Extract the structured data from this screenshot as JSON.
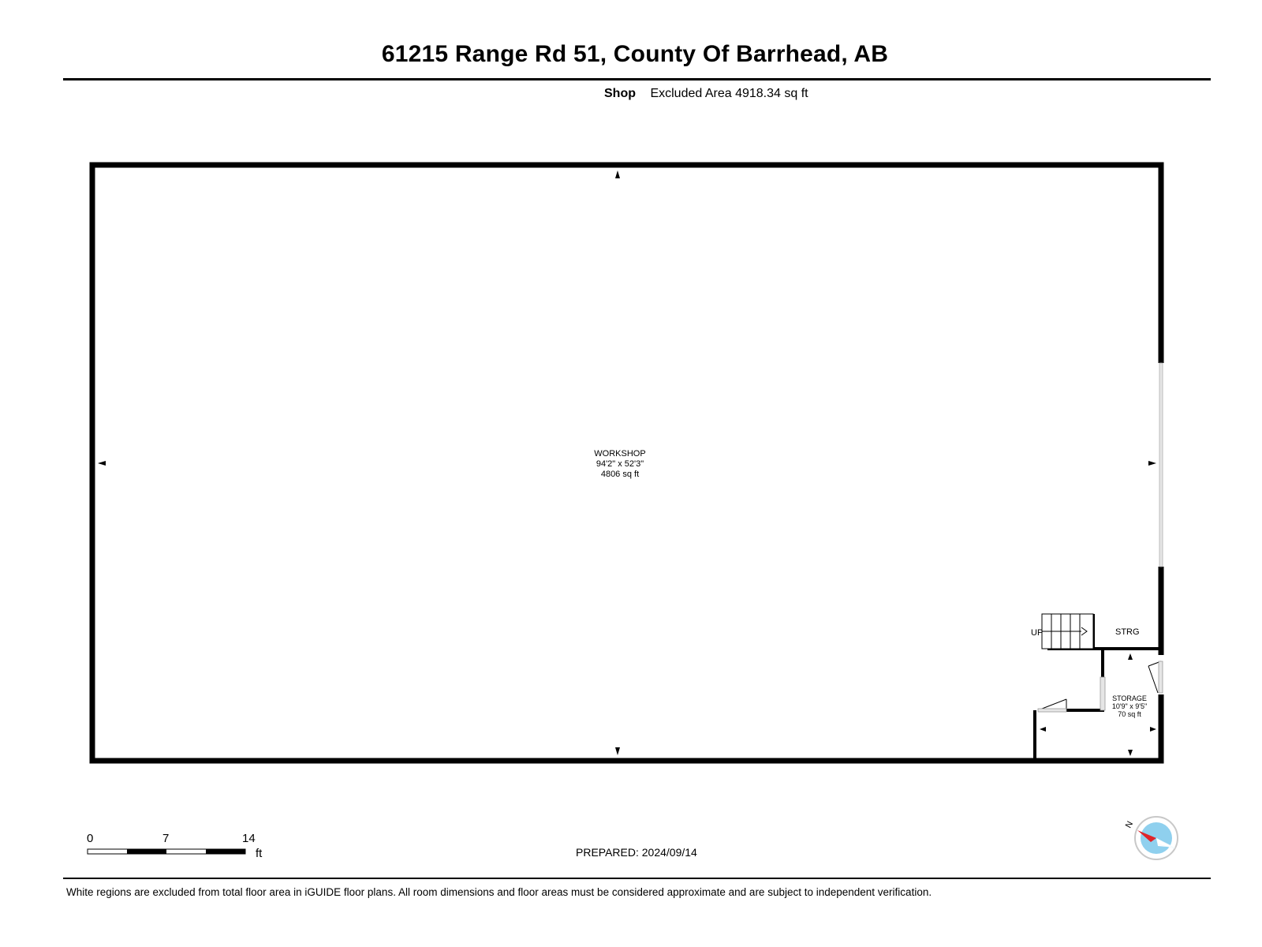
{
  "header": {
    "title": "61215 Range Rd 51, County Of Barrhead, AB",
    "level_name": "Shop",
    "excluded_area_text": "Excluded Area 4918.34 sq ft"
  },
  "rooms": {
    "workshop": {
      "name": "WORKSHOP",
      "dimensions": "94'2\" x 52'3\"",
      "area": "4806 sq ft"
    },
    "storage": {
      "name": "STORAGE",
      "dimensions": "10'9\" x 9'5\"",
      "area": "70 sq ft"
    },
    "strg": {
      "name": "STRG"
    },
    "stairs": {
      "label": "UP"
    }
  },
  "scale_bar": {
    "ticks": [
      "0",
      "7",
      "14"
    ],
    "unit": "ft"
  },
  "compass": {
    "label": "N"
  },
  "footer": {
    "prepared": "PREPARED: 2024/09/14",
    "disclaimer": "White regions are excluded from total floor area in iGUIDE floor plans. All room dimensions and floor areas must be considered approximate and are subject to independent verification."
  }
}
